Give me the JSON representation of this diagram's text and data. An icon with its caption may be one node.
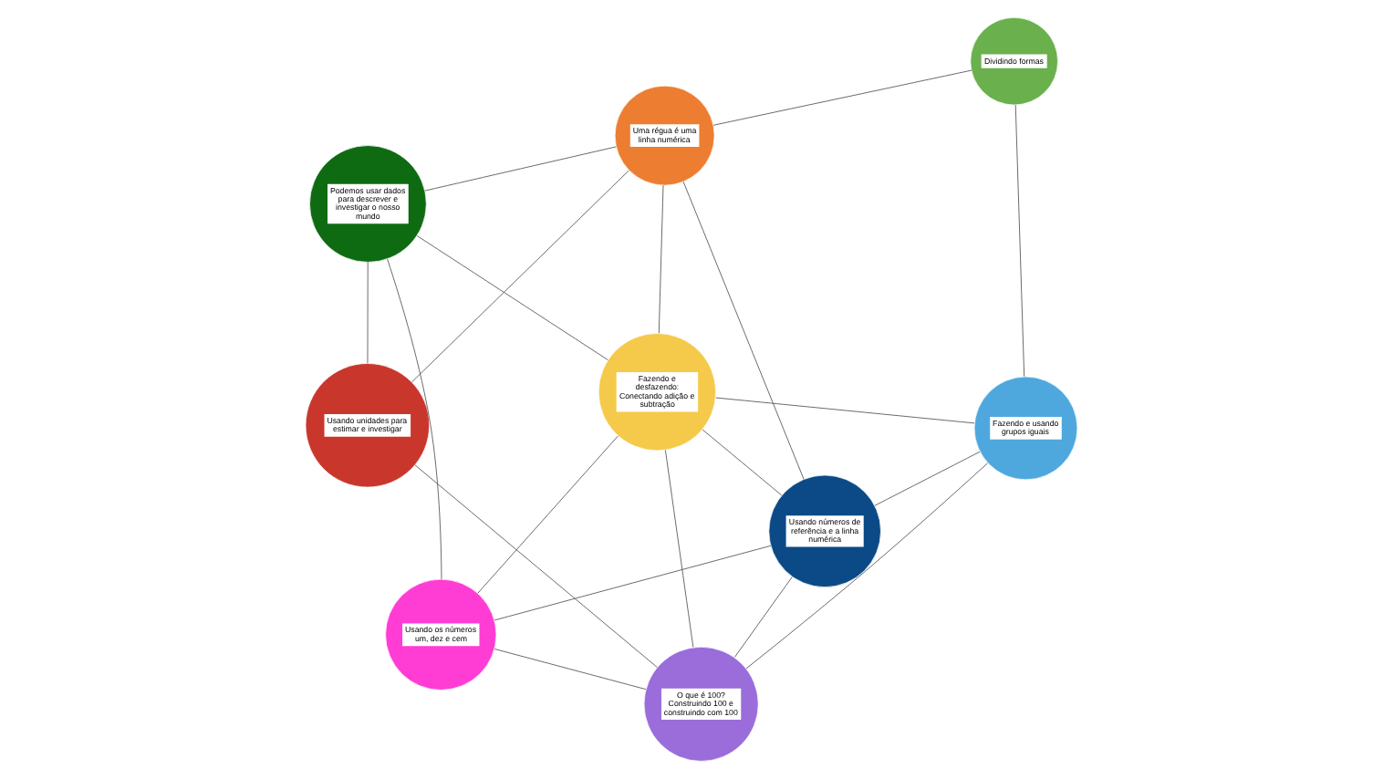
{
  "diagram": {
    "nodes": [
      {
        "text": [
          "Uma régua é uma linha numérica"
        ]
      },
      {
        "text": [
          "Usando números de referência e a linha numérica"
        ]
      },
      {
        "text": [
          "Usando unidades para estimar e investigar"
        ]
      },
      {
        "text": [
          "Dividindo formas"
        ]
      },
      {
        "text": [
          "Podemos usar dados para descrever e investigar o nosso mundo"
        ]
      },
      {
        "text": [
          "Usando os números um, dez e cem"
        ]
      },
      {
        "text": [
          "O que é 100? Construindo 100 e construindo com 100"
        ]
      },
      {
        "text": [
          "Fazendo e usando grupos iguais"
        ]
      },
      {
        "text": [
          "Fazendo e desfazendo: Conectando adição e subtração"
        ]
      }
    ],
    "edges": [
      {
        "from": 0,
        "to": 1,
        "arrow": "none"
      },
      {
        "from": 0,
        "to": 2,
        "arrow": "none"
      },
      {
        "from": 0,
        "to": 3,
        "arrow": "none"
      },
      {
        "from": 0,
        "to": 4,
        "arrow": "none"
      },
      {
        "from": 0,
        "to": 8,
        "arrow": "none"
      },
      {
        "from": 1,
        "to": 5,
        "arrow": "none"
      },
      {
        "from": 1,
        "to": 7,
        "arrow": "none"
      },
      {
        "from": 1,
        "to": 8,
        "arrow": "none"
      },
      {
        "from": 1,
        "to": 6,
        "arrow": "none"
      },
      {
        "from": 2,
        "to": 4,
        "arrow": "none"
      },
      {
        "from": 2,
        "to": 6,
        "arrow": "none"
      },
      {
        "from": 3,
        "to": 7,
        "arrow": "none"
      },
      {
        "from": 4,
        "to": 5,
        "arrow": "none"
      },
      {
        "from": 4,
        "to": 8,
        "arrow": "none"
      },
      {
        "from": 5,
        "to": 6,
        "arrow": "none"
      },
      {
        "from": 5,
        "to": 8,
        "arrow": "none"
      },
      {
        "from": 7,
        "to": 6,
        "arrow": "none"
      },
      {
        "from": 7,
        "to": 8,
        "arrow": "none"
      },
      {
        "from": 8,
        "to": 6,
        "arrow": "none"
      }
    ]
  }
}
